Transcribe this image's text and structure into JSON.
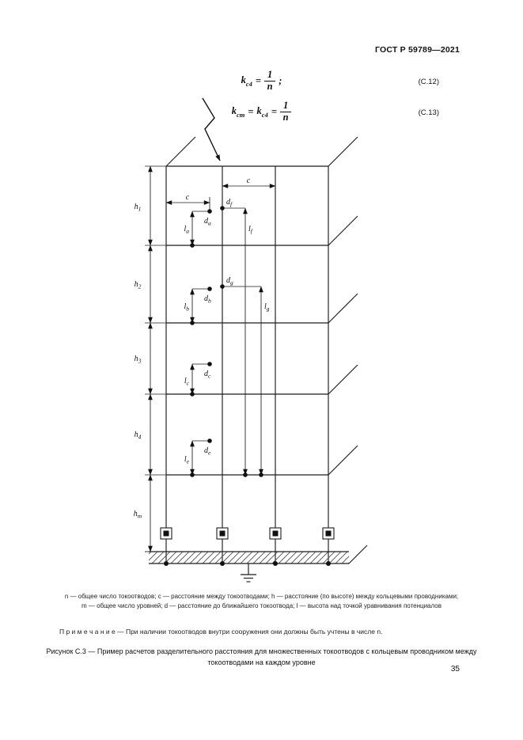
{
  "page": {
    "header": "ГОСТ Р 59789—2021",
    "number": "35"
  },
  "formulas": {
    "f1": {
      "var_base": "k",
      "var_sub": "с4",
      "eq": "=",
      "num": "1",
      "den": "n",
      "tail": ";",
      "ref": "(С.12)"
    },
    "f2": {
      "v1_base": "k",
      "v1_sub": "сm",
      "eq1": "=",
      "v2_base": "k",
      "v2_sub": "с4",
      "eq2": "=",
      "num": "1",
      "den": "n",
      "ref": "(С.13)"
    }
  },
  "diagram": {
    "c": "c",
    "d_a": {
      "base": "d",
      "sub": "a"
    },
    "d_b": {
      "base": "d",
      "sub": "b"
    },
    "d_c": {
      "base": "d",
      "sub": "c"
    },
    "d_e": {
      "base": "d",
      "sub": "e"
    },
    "d_f": {
      "base": "d",
      "sub": "f"
    },
    "d_g": {
      "base": "d",
      "sub": "g"
    },
    "l_a": {
      "base": "l",
      "sub": "a"
    },
    "l_b": {
      "base": "l",
      "sub": "b"
    },
    "l_c": {
      "base": "l",
      "sub": "c"
    },
    "l_e": {
      "base": "l",
      "sub": "e"
    },
    "l_f": {
      "base": "l",
      "sub": "f"
    },
    "l_g": {
      "base": "l",
      "sub": "g"
    },
    "h_1": {
      "base": "h",
      "sub": "1"
    },
    "h_2": {
      "base": "h",
      "sub": "2"
    },
    "h_3": {
      "base": "h",
      "sub": "3"
    },
    "h_4": {
      "base": "h",
      "sub": "4"
    },
    "h_m": {
      "base": "h",
      "sub": "m"
    }
  },
  "legend": {
    "line1": "n — общее число токоотводов; с — расстояние между токоотводами; h — расстояние (по высоте) между кольцевыми проводниками;",
    "line2": "m — общее число уровней; d — расстояние до ближайшего токоотвода; l — высота над точкой уравнивания потенциалов"
  },
  "note": "П р и м е ч а н и е — При наличии токоотводов внутри сооружения они должны быть учтены в числе n.",
  "caption": "Рисунок С.3 — Пример расчетов разделительного расстояния для множественных токоотводов с кольцевым проводником между токоотводами на каждом уровне"
}
